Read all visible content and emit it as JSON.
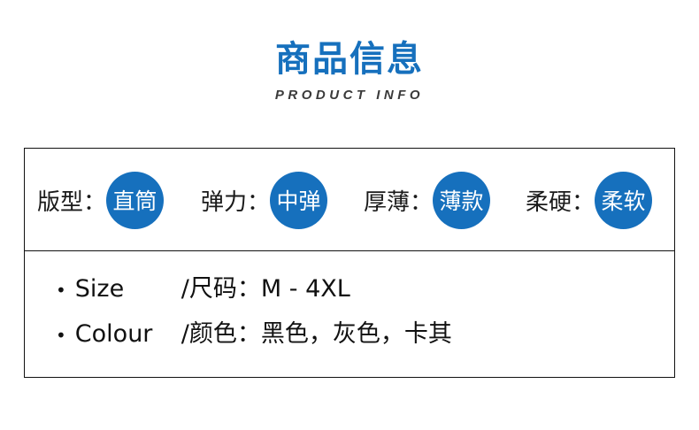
{
  "header": {
    "title_cn": "商品信息",
    "title_en": "PRODUCT INFO",
    "title_color": "#1670bd",
    "subtitle_color": "#3a3a3a"
  },
  "info_box": {
    "border_color": "#111111",
    "bubble_color": "#1670bd",
    "bubble_text_color": "#ffffff",
    "attributes": [
      {
        "label": "版型：",
        "value": "直筒"
      },
      {
        "label": "弹力：",
        "value": "中弹"
      },
      {
        "label": "厚薄：",
        "value": "薄款"
      },
      {
        "label": "柔硬：",
        "value": "柔软"
      }
    ],
    "specs": [
      {
        "bullet": "•",
        "key": "Size",
        "value": "/尺码：M - 4XL"
      },
      {
        "bullet": "•",
        "key": "Colour",
        "value": "/颜色：黑色，灰色，卡其"
      }
    ]
  }
}
